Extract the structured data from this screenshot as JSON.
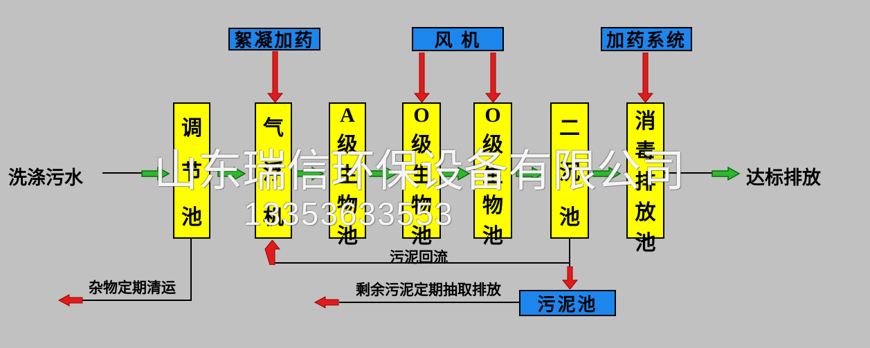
{
  "colors": {
    "background": "#c1c1c1",
    "process_box": "#ffff00",
    "equipment_box": "#1d86ec",
    "flow_arrow_green": "#2eb82e",
    "dosing_arrow_red": "#e11b1b",
    "line_black": "#000000"
  },
  "top_boxes": [
    {
      "label": "絮凝加药"
    },
    {
      "label": "风  机"
    },
    {
      "label": "加药系统"
    }
  ],
  "process_boxes": [
    {
      "label": "调节池"
    },
    {
      "label": "气浮机"
    },
    {
      "label": "A级生物池"
    },
    {
      "label": "O级生物池"
    },
    {
      "label": "O级生物池"
    },
    {
      "label": "二沉池"
    },
    {
      "label": "消毒排放池"
    }
  ],
  "inlet_label": "洗涤污水",
  "outlet_label": "达标排放",
  "sludge_tank_label": "污泥池",
  "flow_labels": {
    "sludge_return": "污泥回流",
    "debris_removal": "杂物定期清运",
    "excess_sludge": "剩余污泥定期抽取排放"
  },
  "watermark": {
    "line1": "山东瑞信环保设备有限公司",
    "line2": "13353633553"
  }
}
